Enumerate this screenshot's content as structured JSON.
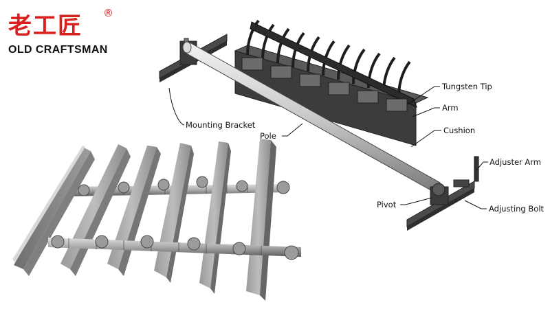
{
  "brand": {
    "name_cn": "老工匠",
    "registered_mark": "®",
    "name_en": "OLD CRAFTSMAN",
    "color": "#d9201e"
  },
  "labels": {
    "tungsten_tip": "Tungsten Tip",
    "arm": "Arm",
    "cushion": "Cushion",
    "adjuster_arm": "Adjuster Arm",
    "mounting_bracket": "Mounting Bracket",
    "pole": "Pole",
    "pivot": "Pivot",
    "adjusting_bolt": "Adjusting Bolt"
  }
}
